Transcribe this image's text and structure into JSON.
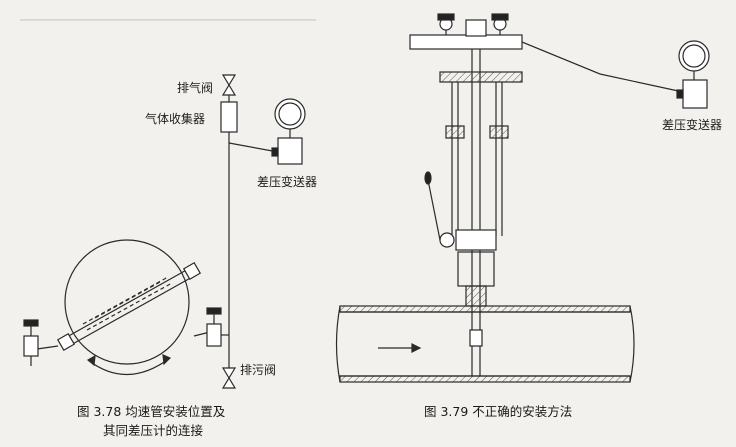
{
  "figure_378": {
    "labels": {
      "vent_valve": "排气阀",
      "gas_collector": "气体收集器",
      "dp_transmitter": "差压变送器",
      "drain_valve": "排污阀"
    },
    "caption_line1": "图 3.78   均速管安装位置及",
    "caption_line2": "其同差压计的连接"
  },
  "figure_379": {
    "labels": {
      "dp_transmitter": "差压变送器"
    },
    "caption": "图 3.79   不正确的安装方法"
  },
  "colors": {
    "ink": "#2a2a2a",
    "paper": "#f3f1ed",
    "hatch": "#555555"
  }
}
